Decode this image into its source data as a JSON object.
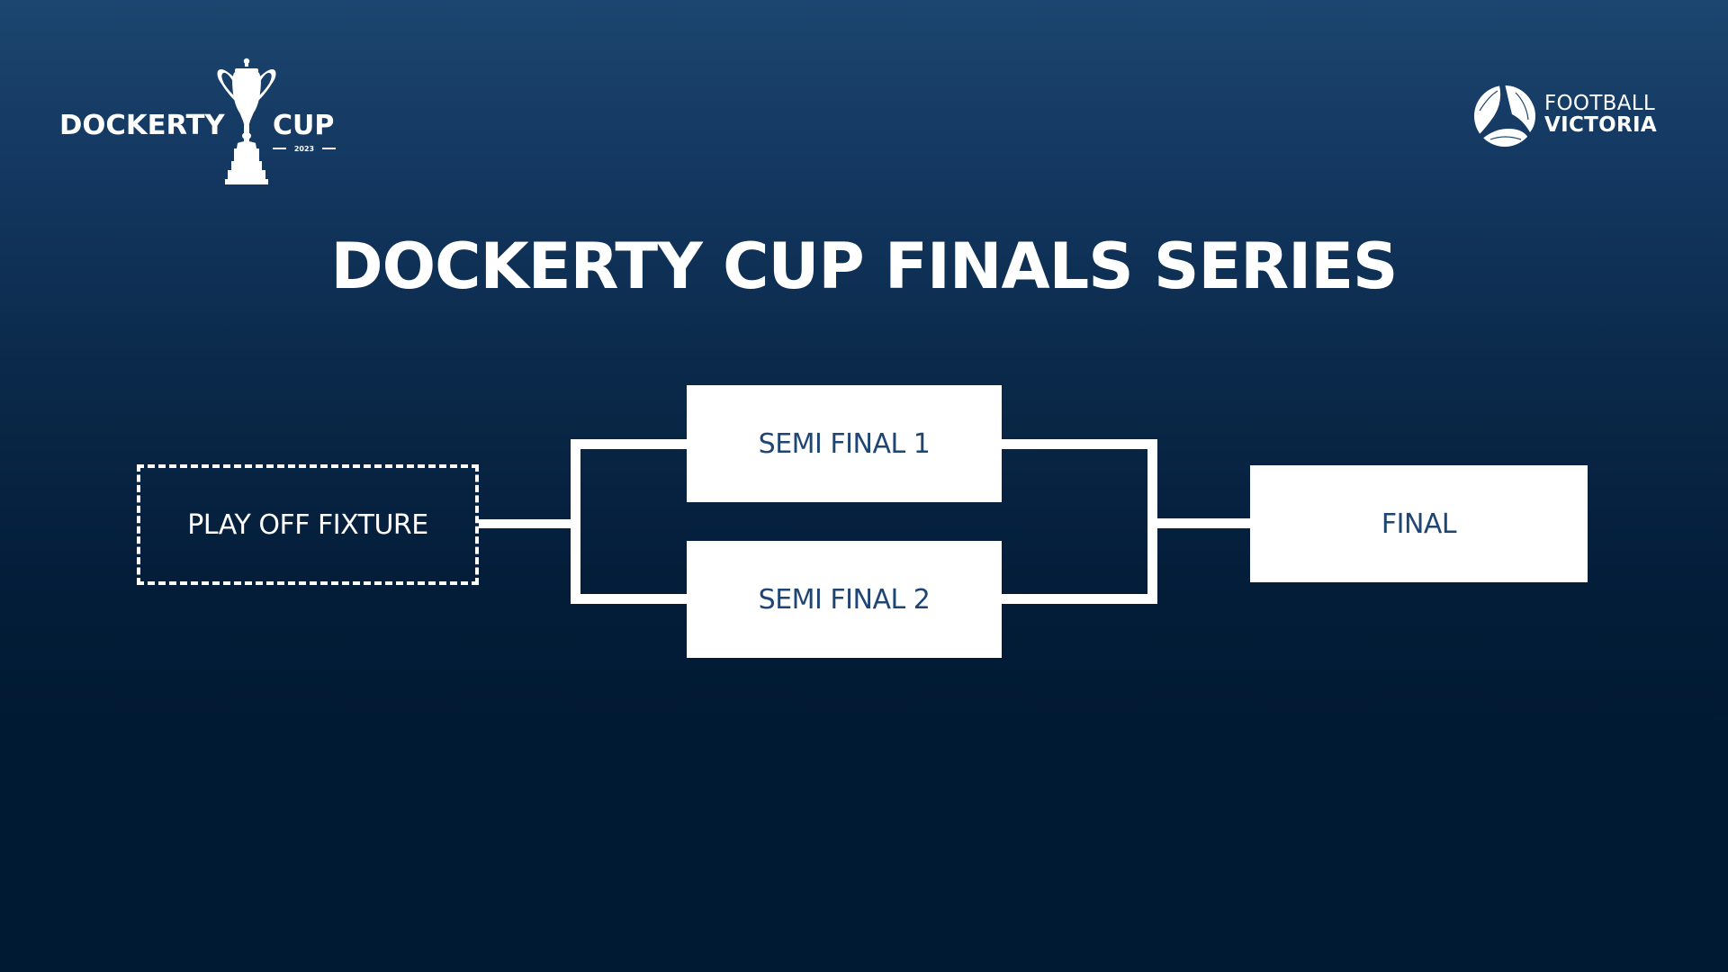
{
  "logos": {
    "dockerty_cup": {
      "word_left": "DOCKERTY",
      "word_right": "CUP",
      "year": "2023",
      "icon": "trophy-icon"
    },
    "football_victoria": {
      "line1": "FOOTBALL",
      "line2": "VICTORIA",
      "icon": "football-icon"
    }
  },
  "header": {
    "title": "DOCKERTY CUP FINALS SERIES"
  },
  "bracket": {
    "playoff": {
      "label": "PLAY OFF FIXTURE",
      "style": "dashed"
    },
    "semi_finals": [
      {
        "label": "SEMI FINAL 1"
      },
      {
        "label": "SEMI FINAL 2"
      }
    ],
    "final": {
      "label": "FINAL"
    }
  },
  "colors": {
    "background_top": "#1c466f",
    "background_bottom": "#011a33",
    "box_fill": "#ffffff",
    "box_text": "#1f4673",
    "lines": "#ffffff"
  }
}
